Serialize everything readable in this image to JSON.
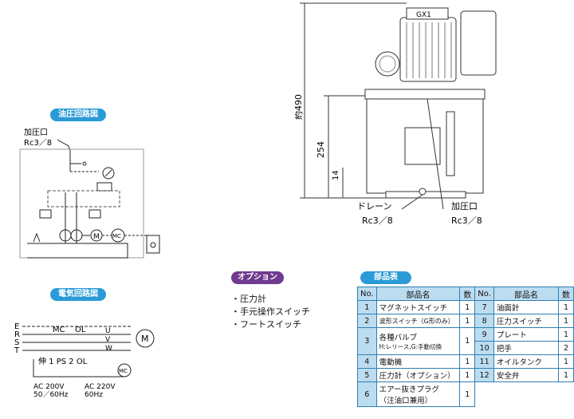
{
  "hydraulic_title": "油圧回路図",
  "electric_title": "電気回路図",
  "options_title": "オプション",
  "parts_title": "部品表",
  "hyd_port_label": "加圧口",
  "hyd_port_size": "Rc3／8",
  "motor_letter": "M",
  "mc_label": "MC",
  "gx_label": "GX1",
  "dims": {
    "total": "約490",
    "mid": "254",
    "low": "14"
  },
  "drain": {
    "label": "ドレーン",
    "size": "Rc3／8"
  },
  "pressure_port": {
    "label": "加圧口",
    "size": "Rc3／8"
  },
  "electric": {
    "rails": [
      "E",
      "R",
      "S",
      "T"
    ],
    "mc": "MC",
    "ol": "OL",
    "outputs": [
      "U",
      "V",
      "W"
    ],
    "ctrl": "伸 1 PS 2 OL",
    "ac1": "AC 200V",
    "ac1_freq": "50／60Hz",
    "ac2": "AC 220V",
    "ac2_freq": "60Hz"
  },
  "options": [
    "・圧力計",
    "・手元操作スイッチ",
    "・フートスイッチ"
  ],
  "parts": {
    "headers": [
      "No.",
      "部品名",
      "数",
      "No.",
      "部品名",
      "数"
    ],
    "left": [
      {
        "no": "1",
        "name": "マグネットスイッチ",
        "qty": "1"
      },
      {
        "no": "2",
        "name": "波形スイッチ（G形のみ）",
        "qty": "1"
      },
      {
        "no": "3",
        "name": "各種バルブ",
        "sub": "H:レリース,G:手動切換",
        "qty": "1"
      },
      {
        "no": "4",
        "name": "電動機",
        "qty": "1"
      },
      {
        "no": "5",
        "name": "圧力計（オプション）",
        "qty": "1"
      },
      {
        "no": "6",
        "name": "エアー抜きプラグ",
        "sub": "（注油口兼用）",
        "qty": "1"
      }
    ],
    "right": [
      {
        "no": "7",
        "name": "油面計",
        "qty": "1"
      },
      {
        "no": "8",
        "name": "圧力スイッチ",
        "qty": "1"
      },
      {
        "no": "9",
        "name": "プレート",
        "qty": "1"
      },
      {
        "no": "10",
        "name": "把手",
        "qty": "2"
      },
      {
        "no": "11",
        "name": "オイルタンク",
        "qty": "1"
      },
      {
        "no": "12",
        "name": "安全弁",
        "qty": "1"
      }
    ]
  }
}
